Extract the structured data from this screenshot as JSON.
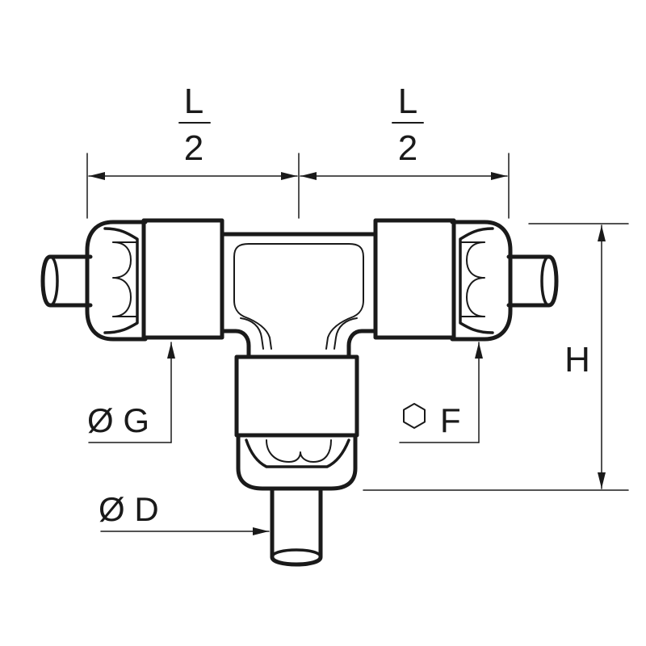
{
  "dimensions": {
    "left_half": {
      "numerator": "L",
      "denominator": "2"
    },
    "right_half": {
      "numerator": "L",
      "denominator": "2"
    },
    "height": "H",
    "body_diameter": "Ø G",
    "hex": {
      "symbol": "⬡",
      "label": "F"
    },
    "tube_diameter": "Ø D"
  },
  "colors": {
    "line": "#1a1a1a",
    "background": "#ffffff"
  }
}
